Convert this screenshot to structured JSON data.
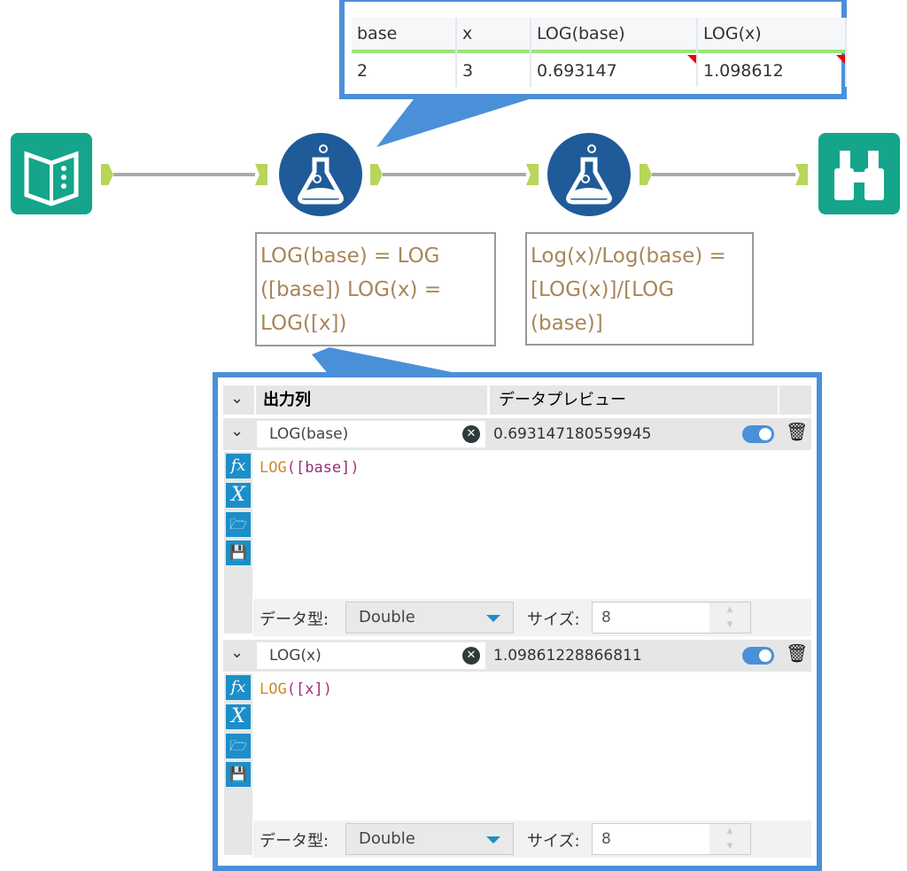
{
  "preview_table": {
    "columns": [
      "base",
      "x",
      "LOG(base)",
      "LOG(x)"
    ],
    "row": [
      "2",
      "3",
      "0.693147",
      "1.098612"
    ]
  },
  "annotations": {
    "tool1": "LOG(base) = LOG ([base]) LOG(x) = LOG([x])",
    "tool2": "Log(x)/Log(base) = [LOG(x)]/[LOG (base)]"
  },
  "config": {
    "header_output": "出力列",
    "header_preview": "データプレビュー",
    "fields": [
      {
        "name": "LOG(base)",
        "preview": "0.693147180559945",
        "fn": "LOG",
        "arg": "[base]",
        "type_label": "データ型:",
        "type": "Double",
        "size_label": "サイズ:",
        "size": "8"
      },
      {
        "name": "LOG(x)",
        "preview": "1.09861228866811",
        "fn": "LOG",
        "arg": "[x]",
        "type_label": "データ型:",
        "type": "Double",
        "size_label": "サイズ:",
        "size": "8"
      }
    ]
  },
  "colors": {
    "accent": "#4a90d9",
    "tool": "#1f5b98",
    "io": "#14a58a"
  }
}
